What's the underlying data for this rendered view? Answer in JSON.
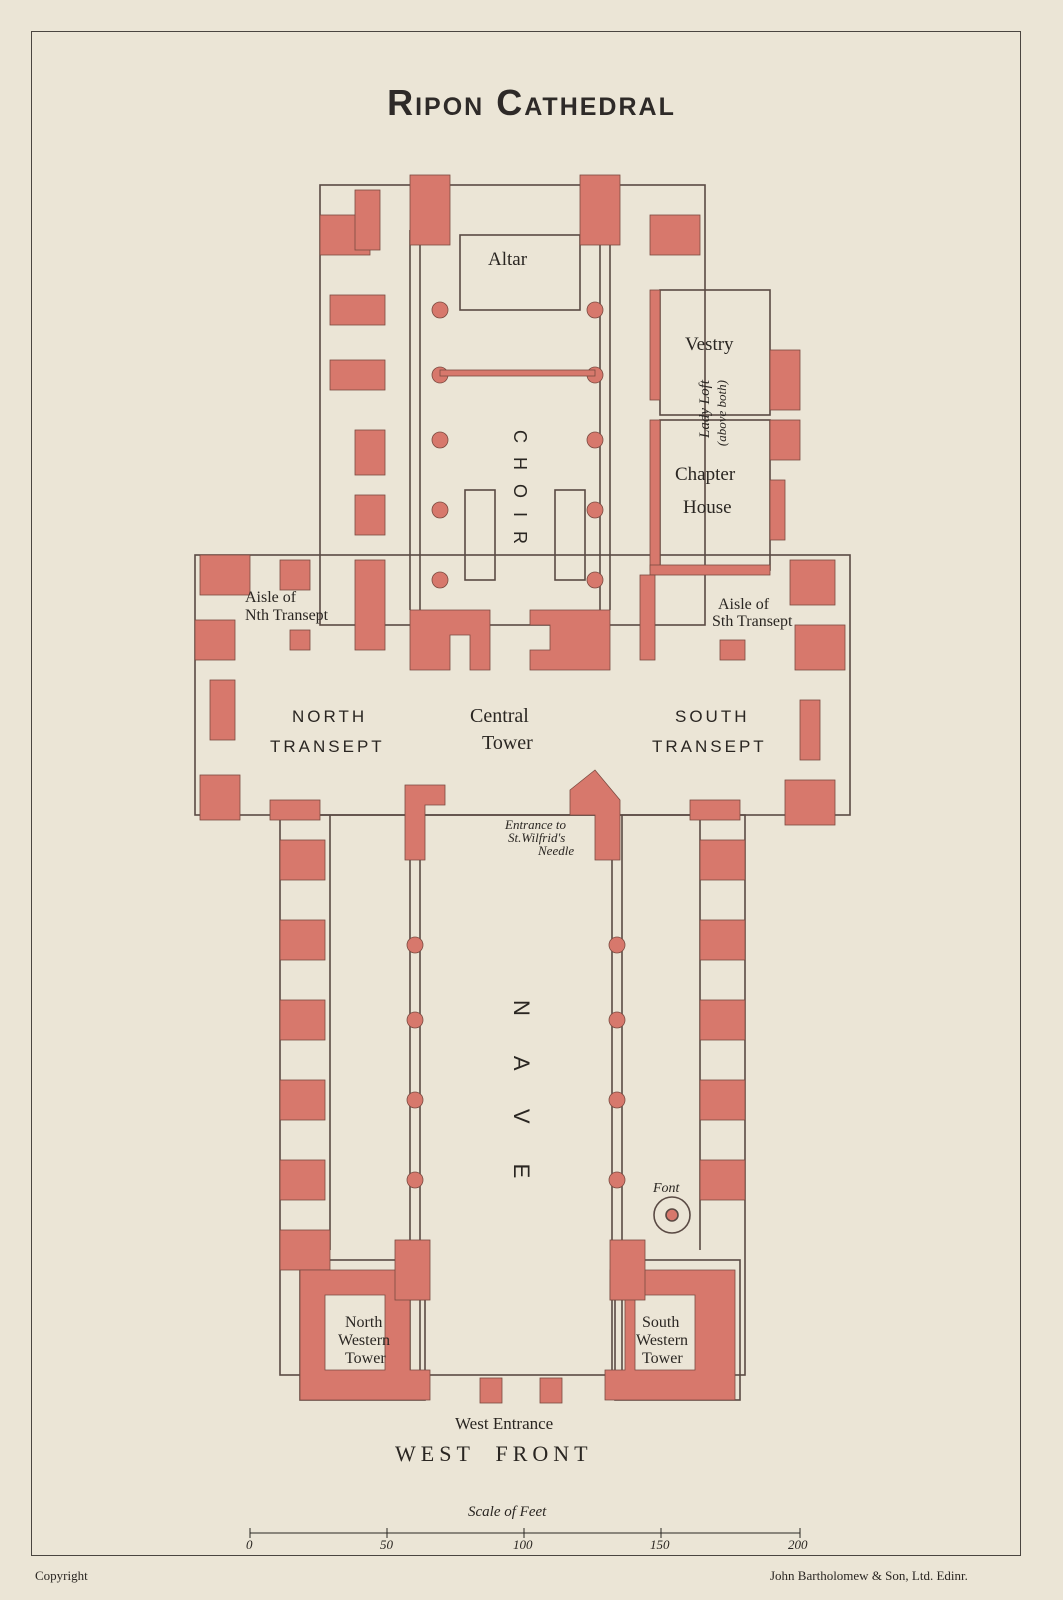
{
  "title": "Ripon Cathedral",
  "labels": {
    "altar": "Altar",
    "vestry": "Vestry",
    "lady_loft": "Lady Loft",
    "above_both": "(above both)",
    "chapter_house_1": "Chapter",
    "chapter_house_2": "House",
    "choir": "CHOIR",
    "aisle_n_1": "Aisle of",
    "aisle_n_2": "Nth Transept",
    "aisle_s_1": "Aisle of",
    "aisle_s_2": "Sth Transept",
    "north_transept_1": "NORTH",
    "north_transept_2": "TRANSEPT",
    "central_tower_1": "Central",
    "central_tower_2": "Tower",
    "south_transept_1": "SOUTH",
    "south_transept_2": "TRANSEPT",
    "st_wilfrid_1": "Entrance to",
    "st_wilfrid_2": "St.Wilfrid's",
    "st_wilfrid_3": "Needle",
    "nave": "NAVE",
    "font": "Font",
    "nw_tower_1": "North",
    "nw_tower_2": "Western",
    "nw_tower_3": "Tower",
    "sw_tower_1": "South",
    "sw_tower_2": "Western",
    "sw_tower_3": "Tower",
    "west_entrance": "West Entrance",
    "west_front": "WEST  FRONT"
  },
  "scale": {
    "title": "Scale of Feet",
    "ticks": [
      "0",
      "50",
      "100",
      "150",
      "200"
    ]
  },
  "footer": {
    "copyright": "Copyright",
    "publisher": "John Bartholomew & Son, Ltd. Edinr."
  },
  "colors": {
    "paper": "#ebe5d6",
    "masonry": "#d7786c",
    "outline": "#5a4a44",
    "ink": "#2a2622"
  }
}
